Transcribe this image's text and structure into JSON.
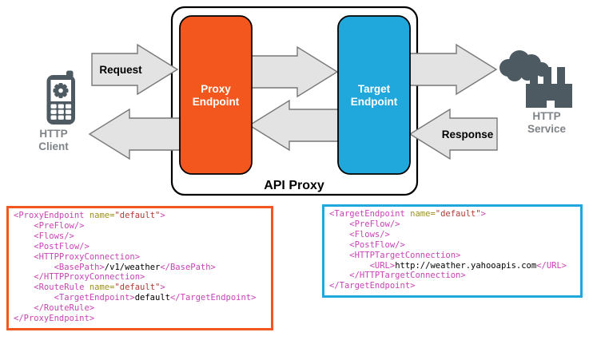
{
  "colors": {
    "orange": "#F4571D",
    "blue": "#20A8DC",
    "arrow_fill": "#E3E3E3",
    "arrow_stroke": "#777777",
    "icon_gray": "#4D5A62",
    "label_gray": "#7E8388",
    "code_tag": "#C743B5",
    "code_attr": "#9E9020",
    "code_val": "#B03B32",
    "code_text": "#000000"
  },
  "diagram": {
    "client": {
      "line1": "HTTP",
      "line2": "Client"
    },
    "service": {
      "line1": "HTTP",
      "line2": "Service"
    },
    "proxy_endpoint": {
      "line1": "Proxy",
      "line2": "Endpoint"
    },
    "target_endpoint": {
      "line1": "Target",
      "line2": "Endpoint"
    },
    "container_label": "API Proxy",
    "request_label": "Request",
    "response_label": "Response"
  },
  "code_blocks": {
    "proxy": {
      "lines": [
        [
          {
            "t": "<ProxyEndpoint ",
            "c": "tag"
          },
          {
            "t": "name=",
            "c": "attr"
          },
          {
            "t": "\"default\"",
            "c": "val"
          },
          {
            "t": ">",
            "c": "tag"
          }
        ],
        [
          {
            "t": "    <PreFlow/>",
            "c": "tag"
          }
        ],
        [
          {
            "t": "    <Flows/>",
            "c": "tag"
          }
        ],
        [
          {
            "t": "    <PostFlow/>",
            "c": "tag"
          }
        ],
        [
          {
            "t": "    <HTTPProxyConnection>",
            "c": "tag"
          }
        ],
        [
          {
            "t": "        <BasePath>",
            "c": "tag"
          },
          {
            "t": "/v1/weather",
            "c": "text"
          },
          {
            "t": "</BasePath>",
            "c": "tag"
          }
        ],
        [
          {
            "t": "    </HTTPProxyConnection>",
            "c": "tag"
          }
        ],
        [
          {
            "t": "    <RouteRule ",
            "c": "tag"
          },
          {
            "t": "name=",
            "c": "attr"
          },
          {
            "t": "\"default\"",
            "c": "val"
          },
          {
            "t": ">",
            "c": "tag"
          }
        ],
        [
          {
            "t": "        <TargetEndpoint>",
            "c": "tag"
          },
          {
            "t": "default",
            "c": "text"
          },
          {
            "t": "</TargetEndpoint>",
            "c": "tag"
          }
        ],
        [
          {
            "t": "    </RouteRule>",
            "c": "tag"
          }
        ],
        [
          {
            "t": "</ProxyEndpoint>",
            "c": "tag"
          }
        ]
      ]
    },
    "target": {
      "lines": [
        [
          {
            "t": "<TargetEndpoint ",
            "c": "tag"
          },
          {
            "t": "name=",
            "c": "attr"
          },
          {
            "t": "\"default\"",
            "c": "val"
          },
          {
            "t": ">",
            "c": "tag"
          }
        ],
        [
          {
            "t": "    <PreFlow/>",
            "c": "tag"
          }
        ],
        [
          {
            "t": "    <Flows/>",
            "c": "tag"
          }
        ],
        [
          {
            "t": "    <PostFlow/>",
            "c": "tag"
          }
        ],
        [
          {
            "t": "    <HTTPTargetConnection>",
            "c": "tag"
          }
        ],
        [
          {
            "t": "        <URL>",
            "c": "tag"
          },
          {
            "t": "http://weather.yahooapis.com",
            "c": "text"
          },
          {
            "t": "</URL>",
            "c": "tag"
          }
        ],
        [
          {
            "t": "    </HTTPTargetConnection>",
            "c": "tag"
          }
        ],
        [
          {
            "t": "</TargetEndpoint>",
            "c": "tag"
          }
        ]
      ]
    }
  }
}
